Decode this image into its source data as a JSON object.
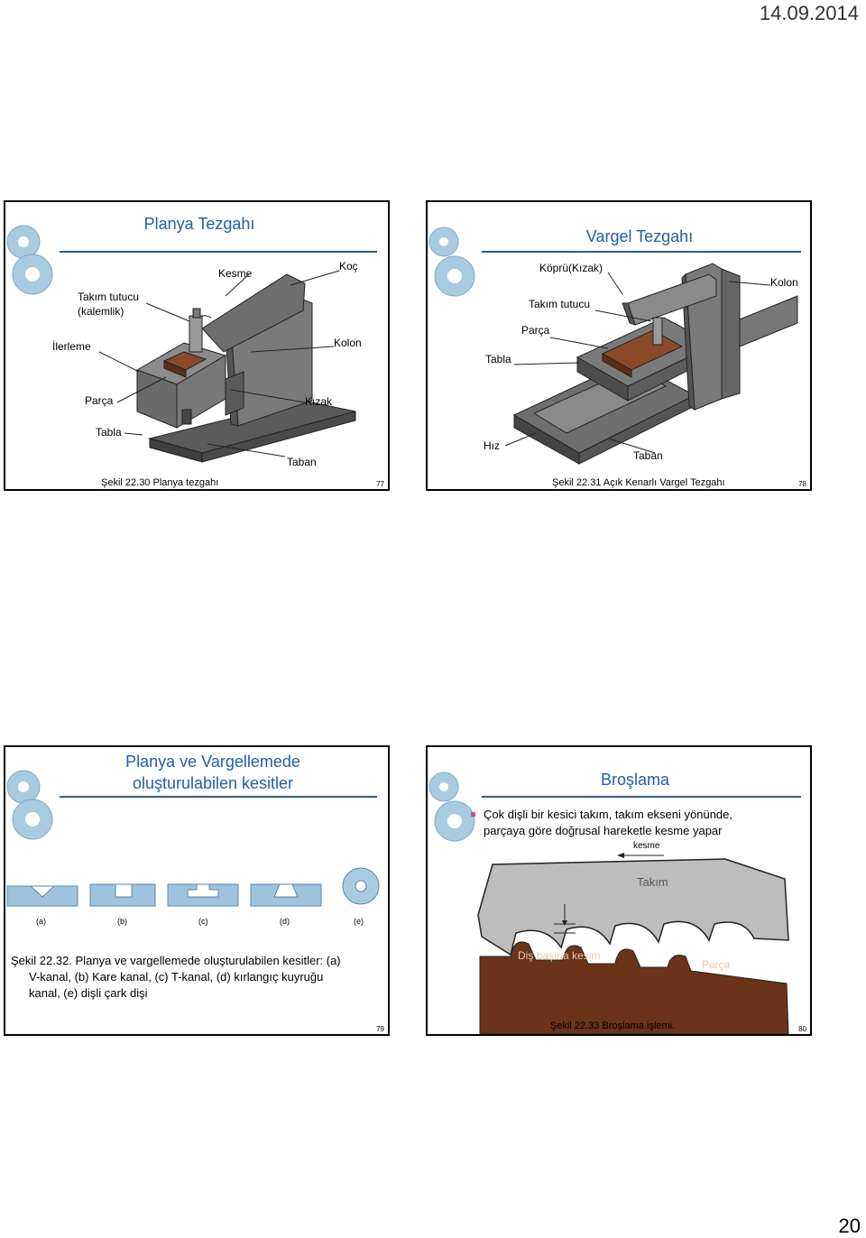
{
  "header": {
    "date": "14.09.2014"
  },
  "footer": {
    "page": "20"
  },
  "slide77": {
    "title": "Planya Tezgahı",
    "labels": {
      "kesme": "Kesme",
      "koc": "Koç",
      "takim_tutucu_1": "Takım tutucu",
      "takim_tutucu_2": "(kalemlik)",
      "ilerleme": "İlerleme",
      "kolon": "Kolon",
      "parca": "Parça",
      "kizak": "Kızak",
      "tabla": "Tabla",
      "taban": "Taban"
    },
    "caption": "Şekil 22.30 Planya tezgahı",
    "number": "77"
  },
  "slide78": {
    "title": "Vargel Tezgahı",
    "labels": {
      "kopru": "Köprü(Kızak)",
      "kolon": "Kolon",
      "takim_tutucu": "Takım tutucu",
      "parca": "Parça",
      "tabla": "Tabla",
      "hiz": "Hız",
      "taban": "Taban"
    },
    "caption": "Şekil 22.31  Açık Kenarlı Vargel Tezgahı",
    "number": "78"
  },
  "slide79": {
    "title_line1": "Planya ve Vargellemede",
    "title_line2": "oluşturulabilen kesitler",
    "shape_labels": [
      "(a)",
      "(b)",
      "(c)",
      "(d)",
      "(e)"
    ],
    "caption_line1": "Şekil 22.32. Planya ve vargellemede oluşturulabilen kesitler: (a)",
    "caption_line2": "V-kanal, (b) Kare kanal, (c) T-kanal, (d) kırlangıç kuyruğu",
    "caption_line3": "kanal, (e) dişli çark dişi",
    "number": "79"
  },
  "slide80": {
    "title": "Broşlama",
    "bullet_line1": "Çok dişli bir kesici takım, takım ekseni yönünde,",
    "bullet_line2": "parçaya göre doğrusal hareketle kesme yapar",
    "labels": {
      "kesme": "kesme",
      "takim": "Takım",
      "dis_basina_kesim": "Diş başına kesim",
      "parca": "Parça"
    },
    "caption": "Şekil 22.33  Broşlama işlemi.",
    "number": "80"
  },
  "colors": {
    "title_blue": "#1f5fa8",
    "machine_gray": "#6e6e6e",
    "machine_dark": "#3f3f3f",
    "part_brown": "#8a4a2a",
    "broach_gray": "#bdbdbd",
    "workpiece_brown": "#6b3318",
    "profile_blue": "#9ec3df",
    "gear_blue": "#a9cbe0"
  }
}
